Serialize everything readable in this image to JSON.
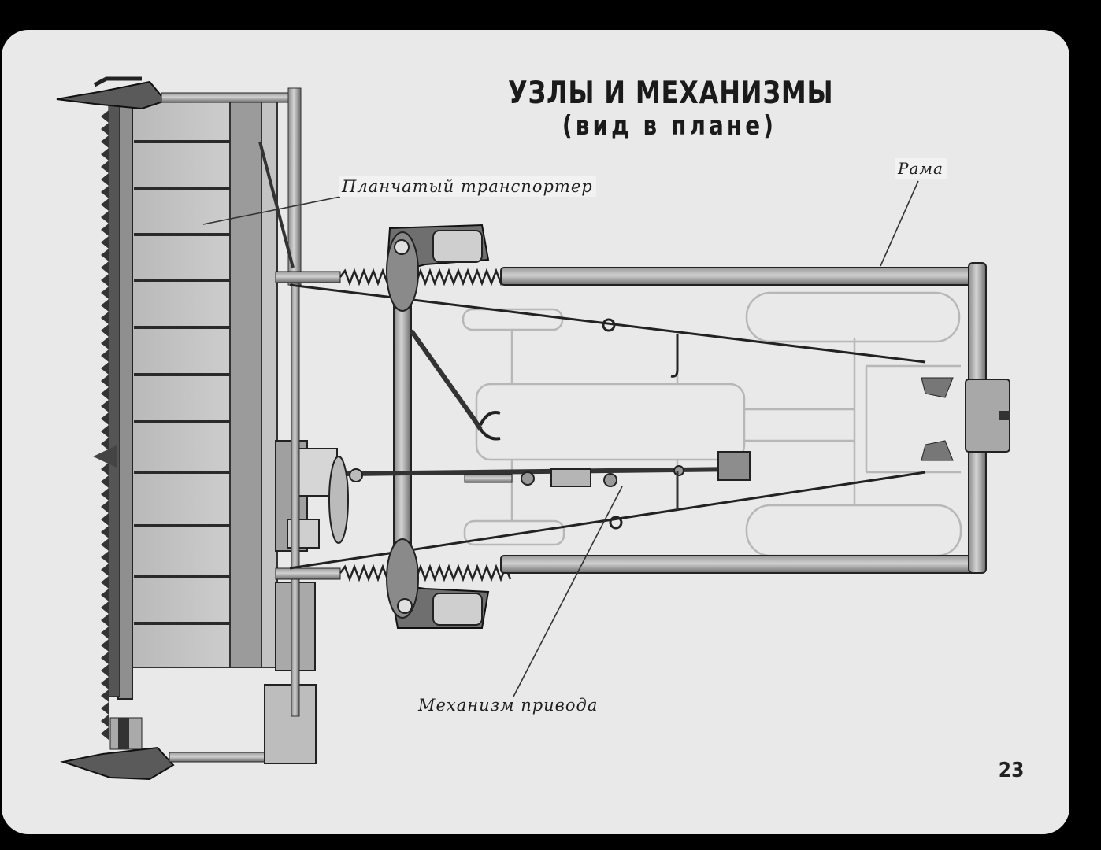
{
  "title": "УЗЛЫ И МЕХАНИЗМЫ",
  "subtitle": "(вид в плане)",
  "labels": {
    "conveyor": "Планчатый транспортер",
    "frame": "Рама",
    "drive": "Механизм привода"
  },
  "page_number": "23"
}
